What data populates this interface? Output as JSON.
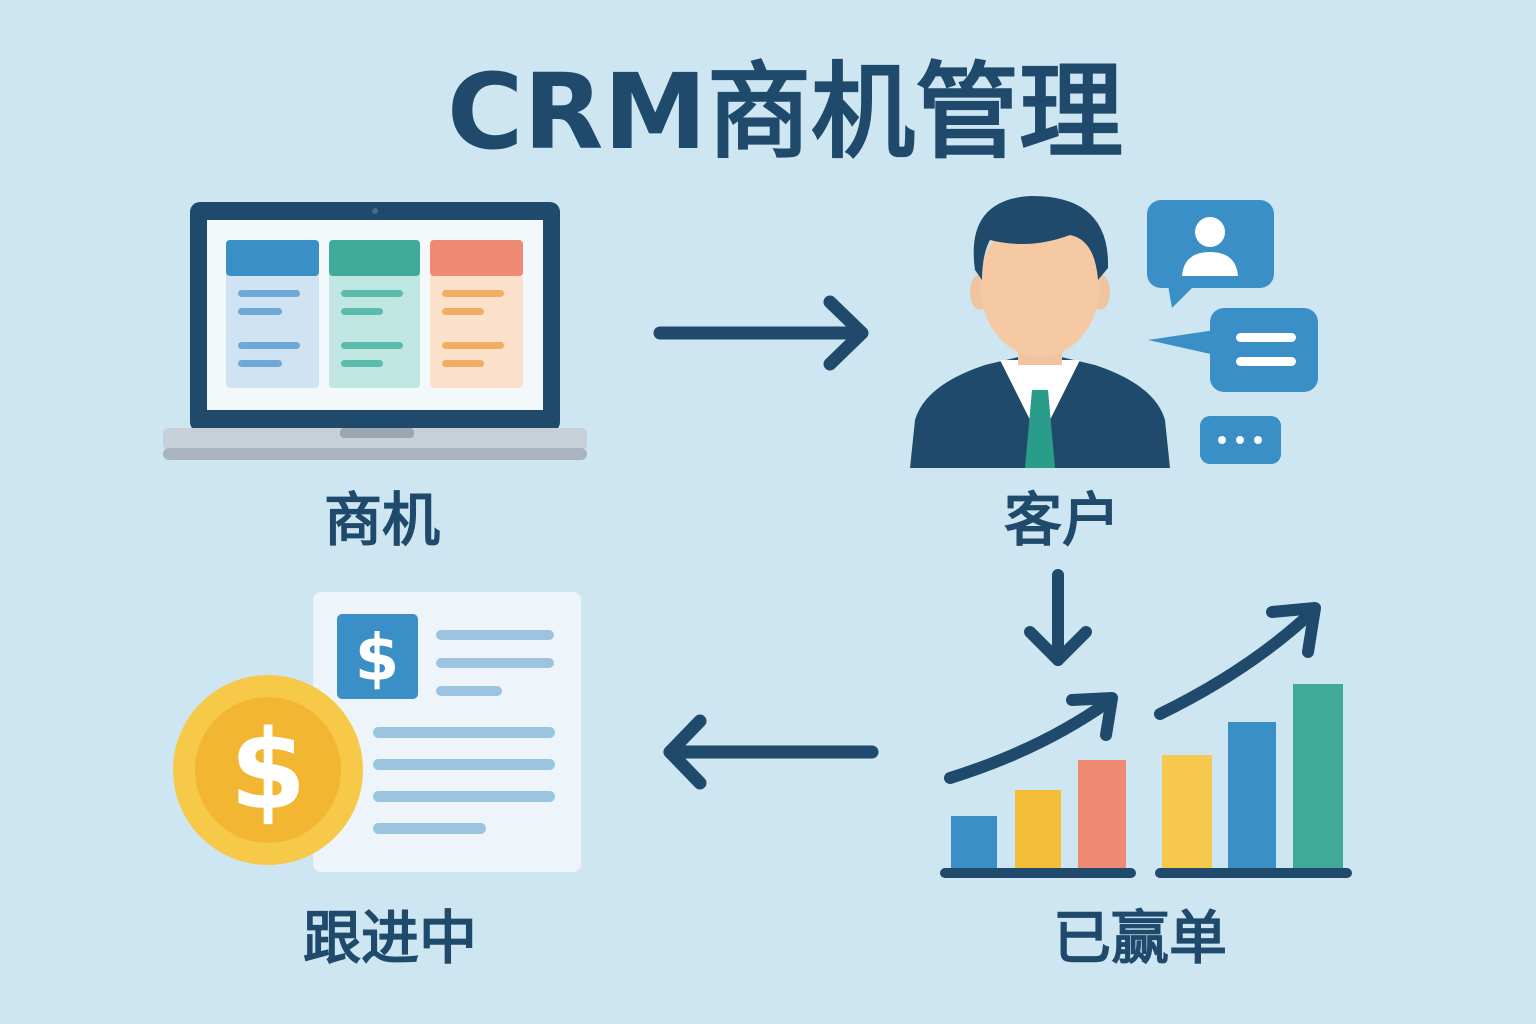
{
  "title": "CRM商机管理",
  "stages": {
    "opportunity": "商机",
    "customer": "客户",
    "won": "已赢单",
    "following": "跟进中"
  },
  "icons": {
    "opportunity": "laptop-kanban-icon",
    "customer": "businessman-chat-icon",
    "won": "growth-bar-chart-icon",
    "following": "invoice-coin-icon"
  },
  "colors": {
    "background": "#cde6f1",
    "navy": "#1f4a6b",
    "blue": "#3b8fc7",
    "teal": "#3fa99a",
    "salmon": "#ee8a72",
    "yellow": "#f4bd3a"
  }
}
